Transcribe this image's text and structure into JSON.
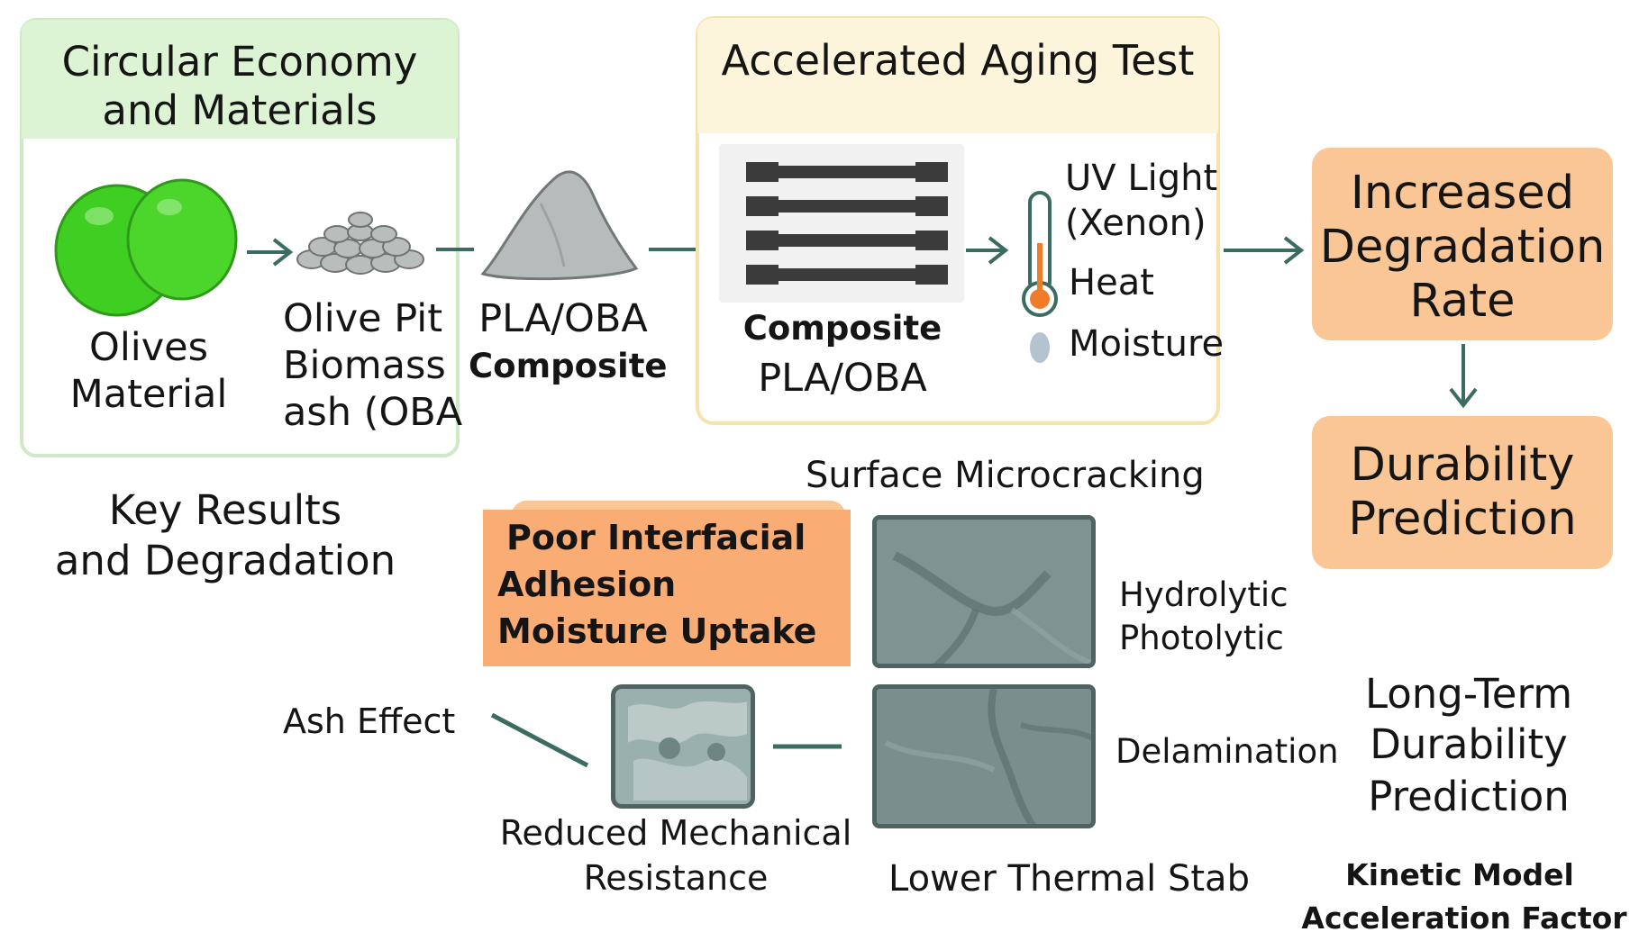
{
  "circular_panel": {
    "title_line1": "Circular Economy",
    "title_line2": "and Materials",
    "olives_line1": "Olives",
    "olives_line2": "Material",
    "pit_line1": "Olive Pit",
    "pit_line2": "Biomass",
    "pit_line3": "ash (OBA"
  },
  "composite_label": {
    "line1": "PLA/OBA",
    "line2": "Composite"
  },
  "aging_panel": {
    "title": "Accelerated Aging Test",
    "composite_line1": "Composite",
    "composite_line2": "PLA/OBA",
    "uv_line1": "UV Light",
    "uv_line2": "(Xenon)",
    "heat": "Heat",
    "moisture": "Moisture"
  },
  "outcomes": {
    "degradation_line1": "Increased",
    "degradation_line2": "Degradation",
    "degradation_line3": "Rate",
    "durability_line1": "Durability",
    "durability_line2": "Prediction"
  },
  "results": {
    "title_line1": "Key Results",
    "title_line2": "and Degradation",
    "poor_line1": "Poor Interfacial",
    "poor_line2": "Adhesion",
    "poor_line3": "Moisture Uptake",
    "surface_microcracking": "Surface Microcracking",
    "hydrolytic": "Hydrolytic",
    "photolytic": "Photolytic",
    "delamination": "Delamination",
    "ash_effect": "Ash Effect",
    "reduced_line1": "Reduced Mechanical",
    "reduced_line2": "Resistance",
    "lower_thermal": "Lower Thermal Stab"
  },
  "long_term": {
    "line1": "Long-Term",
    "line2": "Durability",
    "line3": "Prediction",
    "kinetic_line1": "Kinetic Model",
    "kinetic_line2": "Acceleration Factor"
  },
  "colors": {
    "green_header": "#dcf3d4",
    "green_border": "#cfe8c6",
    "yellow_header": "#fdf5db",
    "yellow_border": "#f6e3ac",
    "orange_box": "#fbc696",
    "orange_strong": "#f9ad74",
    "arrow": "#3c6b62",
    "olive_green": "#3fce22",
    "micro_gray": "#7f9490"
  }
}
